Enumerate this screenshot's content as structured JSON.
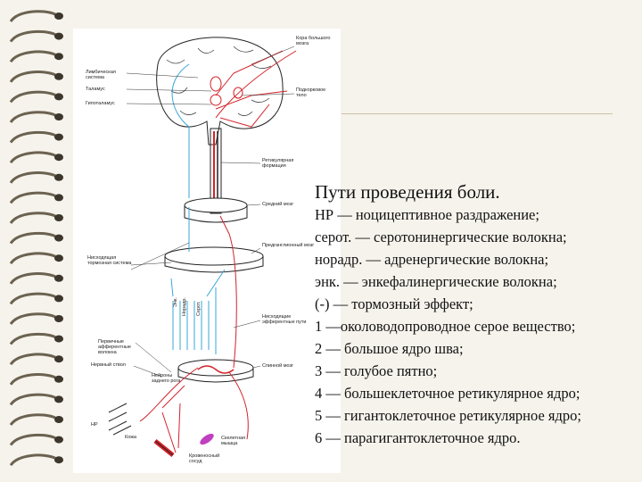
{
  "diagram": {
    "labels": {
      "cortex": "Кора большого мозга",
      "limbic": "Лимбическая система",
      "thalamus": "Таламус",
      "hypothalamus": "Гипоталамус",
      "lateral_body": "Подкорковое тело",
      "reticular": "Ретикулярная формация",
      "midbrain": "Средний мозг",
      "descending_system": "Нисходящая тормозная система",
      "preganglionic": "Предганглионный мозг",
      "descending_efferent": "Нисходящие эфферентные пути",
      "primary_afferent": "Первичные афферентные волокна",
      "spinal_nerve": "Нервный ствол",
      "spinal_root": "Нейроны заднего рога",
      "spinal_cord": "Спинной мозг",
      "skin": "Кожа",
      "nr": "НР",
      "vessel": "Кровеносный сосуд",
      "muscle": "Скелетная мышца",
      "fiber_enk": "Энк.",
      "fiber_noradr": "Норадр.",
      "fiber_serot": "Серот."
    }
  },
  "legend": {
    "title": "Пути проведения боли.",
    "lines": [
      "НР — ноцицептивное раздражение;",
      "серот. — серотонинергические волокна;",
      "норадр. — адренергические волокна;",
      "энк. — энкефалинергические волокна;",
      "(-) — тормозный эффект;",
      "1 —околоводопроводное серое вещество;",
      "2 — большое ядро шва;",
      "3 — голубое пятно;",
      "4 — большеклеточное ретикулярное ядро;",
      "5 — гигантоклеточное ретикулярное ядро;",
      "6 — парагигантоклеточное ядро."
    ]
  },
  "colors": {
    "pain": "#d2232a",
    "inhibitory": "#3aa6d8",
    "muscle": "#c040c0"
  }
}
